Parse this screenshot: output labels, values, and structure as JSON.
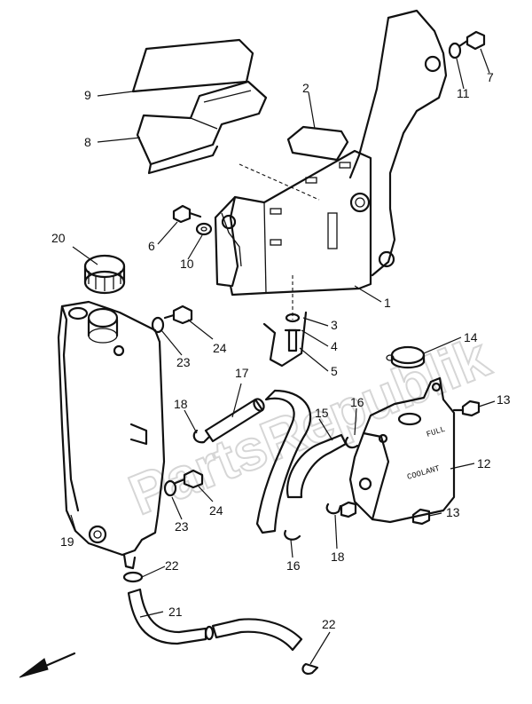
{
  "watermark": "PartsRepublik",
  "tank_markings": {
    "full": "FULL",
    "coolant": "COOLANT"
  },
  "callouts": [
    {
      "id": "c1",
      "text": "1"
    },
    {
      "id": "c2",
      "text": "2"
    },
    {
      "id": "c3",
      "text": "3"
    },
    {
      "id": "c4",
      "text": "4"
    },
    {
      "id": "c5",
      "text": "5"
    },
    {
      "id": "c6",
      "text": "6"
    },
    {
      "id": "c7",
      "text": "7"
    },
    {
      "id": "c8",
      "text": "8"
    },
    {
      "id": "c9",
      "text": "9"
    },
    {
      "id": "c10",
      "text": "10"
    },
    {
      "id": "c11",
      "text": "11"
    },
    {
      "id": "c12",
      "text": "12"
    },
    {
      "id": "c13a",
      "text": "13"
    },
    {
      "id": "c13b",
      "text": "13"
    },
    {
      "id": "c14",
      "text": "14"
    },
    {
      "id": "c15",
      "text": "15"
    },
    {
      "id": "c16a",
      "text": "16"
    },
    {
      "id": "c16b",
      "text": "16"
    },
    {
      "id": "c17",
      "text": "17"
    },
    {
      "id": "c18a",
      "text": "18"
    },
    {
      "id": "c18b",
      "text": "18"
    },
    {
      "id": "c19",
      "text": "19"
    },
    {
      "id": "c20",
      "text": "20"
    },
    {
      "id": "c21",
      "text": "21"
    },
    {
      "id": "c22a",
      "text": "22"
    },
    {
      "id": "c22b",
      "text": "22"
    },
    {
      "id": "c23a",
      "text": "23"
    },
    {
      "id": "c23b",
      "text": "23"
    },
    {
      "id": "c24a",
      "text": "24"
    },
    {
      "id": "c24b",
      "text": "24"
    }
  ]
}
